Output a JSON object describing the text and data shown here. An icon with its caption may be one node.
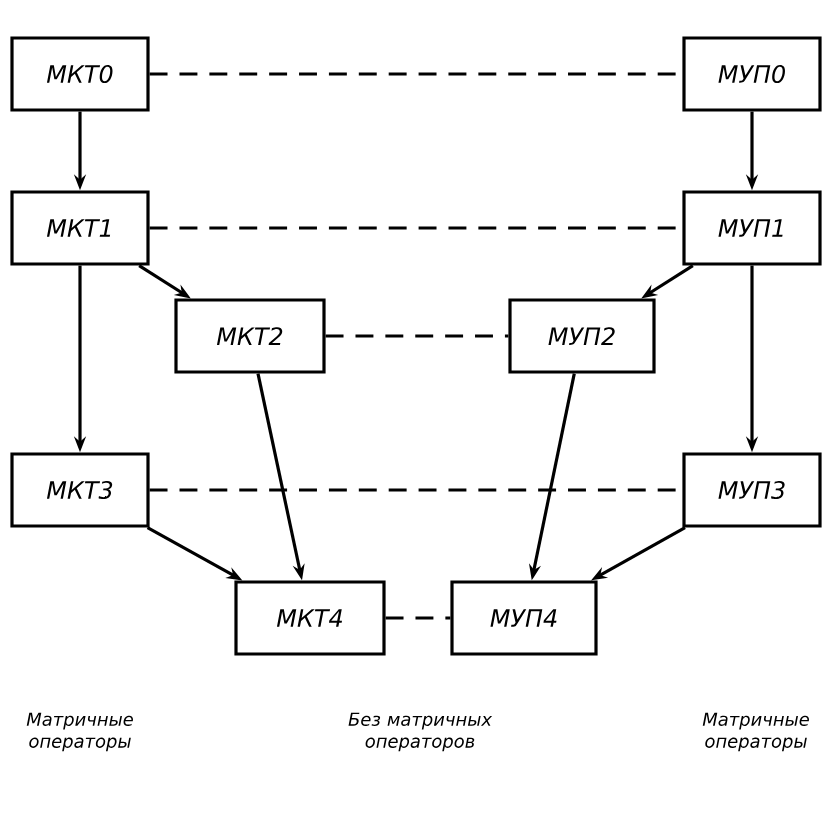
{
  "diagram": {
    "nodes": [
      {
        "text": [
          "МКТ0"
        ]
      },
      {
        "text": [
          "МУП0"
        ]
      },
      {
        "text": [
          "МКТ1"
        ]
      },
      {
        "text": [
          "МУП1"
        ]
      },
      {
        "text": [
          "МКТ2"
        ]
      },
      {
        "text": [
          "МУП2"
        ]
      },
      {
        "text": [
          "МКТ3"
        ]
      },
      {
        "text": [
          "МУП3"
        ]
      },
      {
        "text": [
          "МКТ4"
        ]
      },
      {
        "text": [
          "МУП4"
        ]
      }
    ],
    "edges": [
      {
        "from": 0,
        "to": 1,
        "arrow": "none",
        "style": "dashed"
      },
      {
        "from": 0,
        "to": 2,
        "arrow": "to"
      },
      {
        "from": 1,
        "to": 3,
        "arrow": "to"
      },
      {
        "from": 2,
        "to": 3,
        "arrow": "none",
        "style": "dashed"
      },
      {
        "from": 2,
        "to": 4,
        "arrow": "to"
      },
      {
        "from": 2,
        "to": 6,
        "arrow": "to"
      },
      {
        "from": 3,
        "to": 5,
        "arrow": "to"
      },
      {
        "from": 3,
        "to": 7,
        "arrow": "to"
      },
      {
        "from": 4,
        "to": 5,
        "arrow": "none",
        "style": "dashed"
      },
      {
        "from": 4,
        "to": 8,
        "arrow": "to"
      },
      {
        "from": 5,
        "to": 9,
        "arrow": "to"
      },
      {
        "from": 6,
        "to": 7,
        "arrow": "none",
        "style": "dashed"
      },
      {
        "from": 6,
        "to": 8,
        "arrow": "to"
      },
      {
        "from": 7,
        "to": 9,
        "arrow": "to"
      },
      {
        "from": 8,
        "to": 9,
        "arrow": "none",
        "style": "dashed"
      }
    ],
    "labels": [
      "Матричные операторы",
      "Без матричных операторов",
      "Матричные операторы"
    ]
  }
}
